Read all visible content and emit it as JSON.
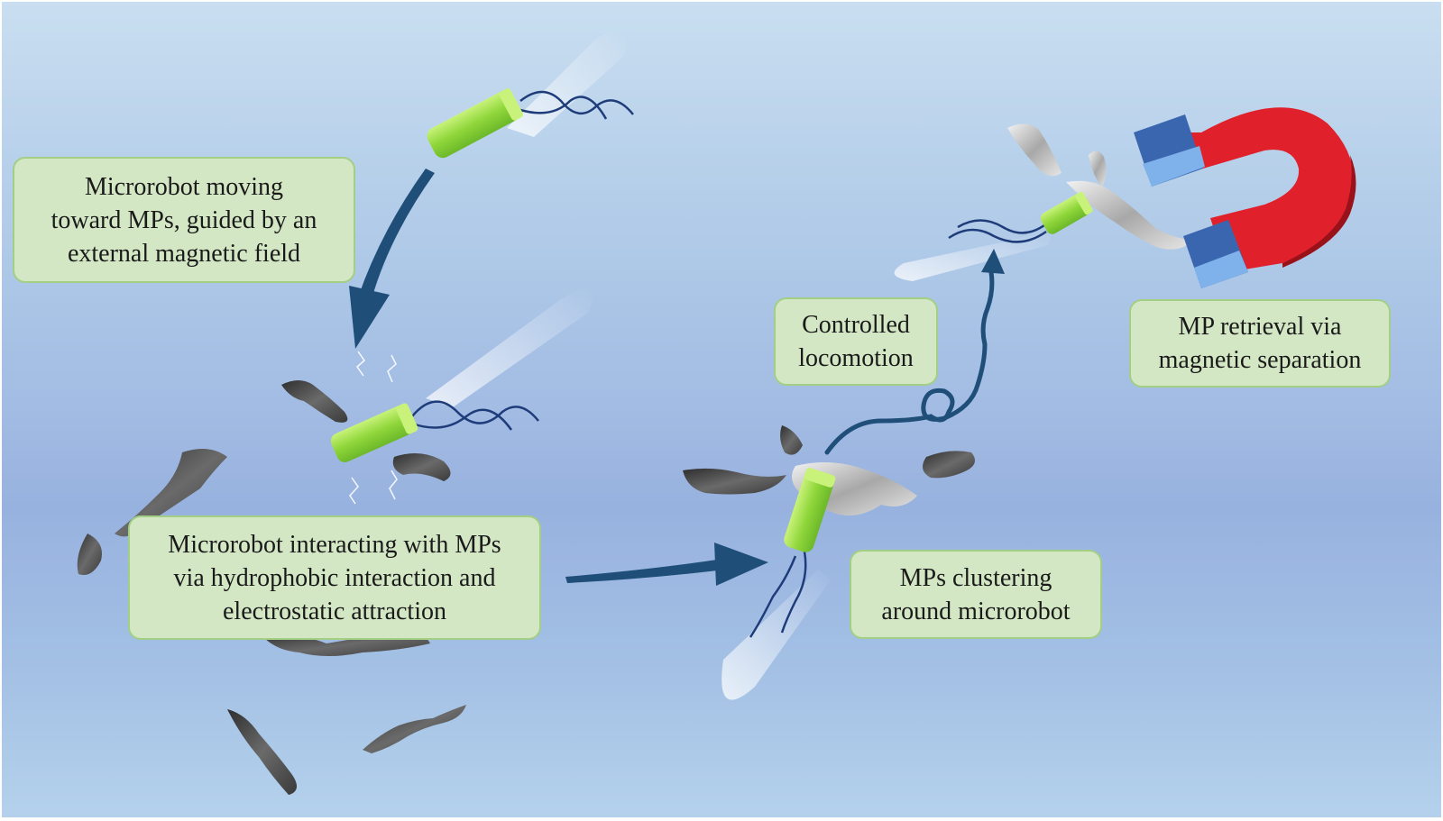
{
  "labels": {
    "moving": "Microrobot moving\ntoward MPs, guided by an\nexternal magnetic field",
    "interacting": "Microrobot interacting with MPs\nvia hydrophobic interaction and\nelectrostatic attraction",
    "clustering": "MPs clustering\naround microrobot",
    "locomotion": "Controlled\nlocomotion",
    "retrieval": "MP retrieval via\nmagnetic separation"
  },
  "colors": {
    "label_fill": "#d3e7c4",
    "label_border": "#a3cf85",
    "microrobot": "#9be03a",
    "flagella": "#1f3c7a",
    "arrow": "#1f4e79",
    "microplastic": "#4a4a4a",
    "magnet_red": "#e0212b",
    "magnet_blue": "#3a66b0"
  }
}
